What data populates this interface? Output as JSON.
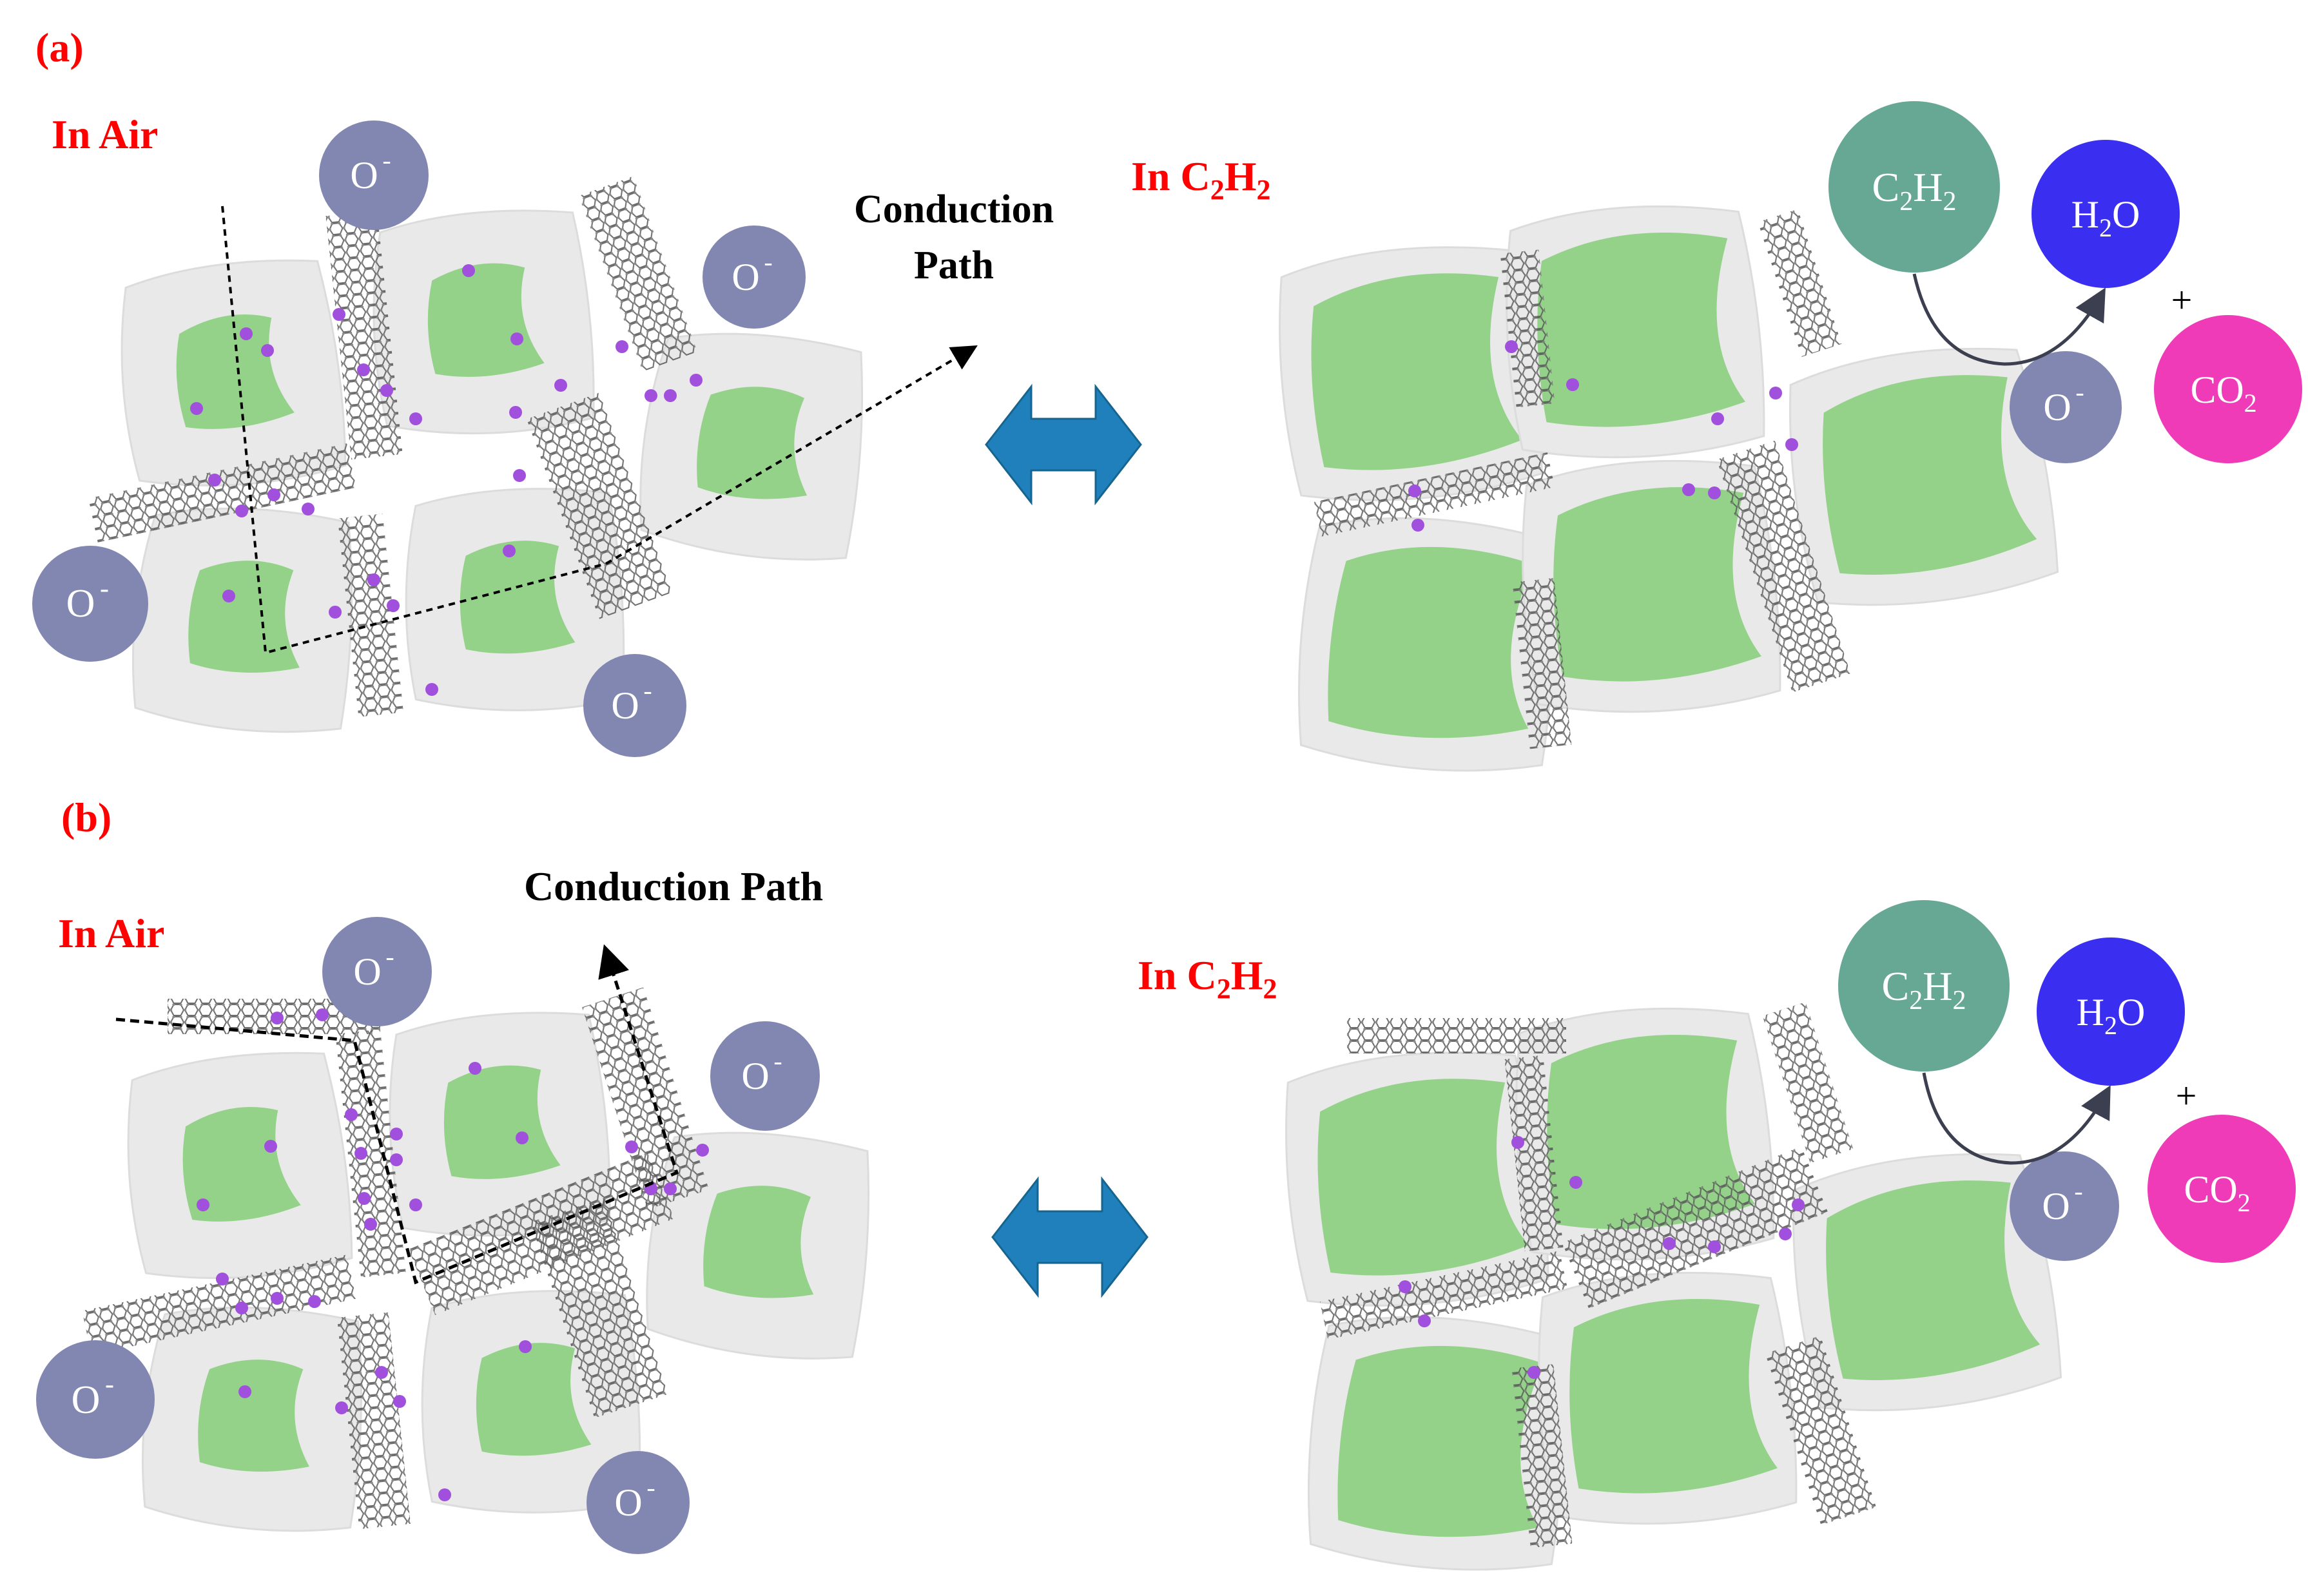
{
  "panel_a": {
    "label": "(a)",
    "air_label": "In Air",
    "gas_label_main": "In C",
    "gas_sub1": "2",
    "gas_label_mid": "H",
    "gas_sub2": "2",
    "conduction_line1": "Conduction",
    "conduction_line2": "Path"
  },
  "panel_b": {
    "label": "(b)",
    "air_label": "In Air",
    "gas_label_main": "In C",
    "gas_sub1": "2",
    "gas_label_mid": "H",
    "gas_sub2": "2",
    "conduction_label": "Conduction Path"
  },
  "species": {
    "oxygen_ion": "O",
    "oxygen_charge": "-",
    "acetylene_c": "C",
    "acetylene_sub1": "2",
    "acetylene_h": "H",
    "acetylene_sub2": "2",
    "water_h": "H",
    "water_sub": "2",
    "water_o": "O",
    "co2_co": "CO",
    "co2_sub": "2",
    "plus": "+"
  },
  "colors": {
    "label_red": "#ff0000",
    "oxygen_circle": "#8187b0",
    "acetylene_circle": "#66a894",
    "water_circle": "#3a2ff0",
    "co2_circle": "#f03bb8",
    "grain_shell": "#e8e8e8",
    "grain_core": "#94d28a",
    "adsorbed_dot": "#a050dc",
    "arrow_blue": "#1f80bb"
  }
}
